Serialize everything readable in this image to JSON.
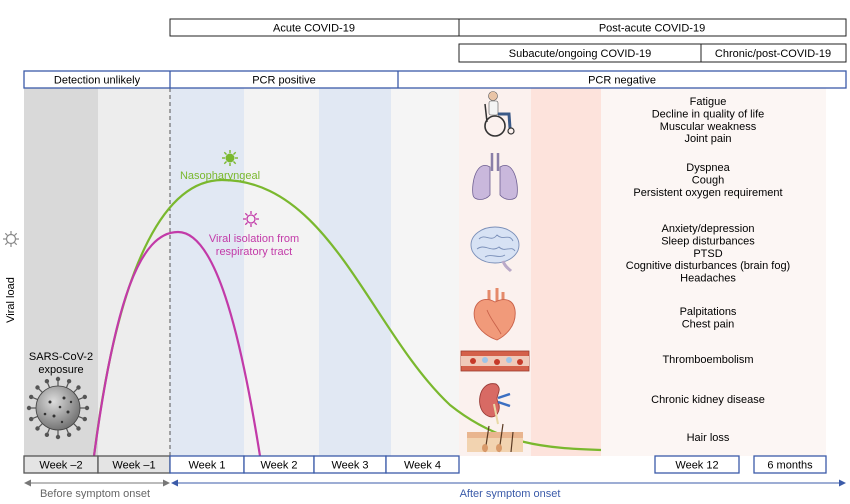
{
  "phases": {
    "acute": "Acute COVID-19",
    "post_acute": "Post-acute COVID-19",
    "subacute": "Subacute/ongoing COVID-19",
    "chronic": "Chronic/post-COVID-19"
  },
  "detection": {
    "unlikely": "Detection unlikely",
    "pcr_positive": "PCR positive",
    "pcr_negative": "PCR negative"
  },
  "axis": {
    "ylabel": "Viral load"
  },
  "exposure_label": [
    "SARS-CoV-2",
    "exposure"
  ],
  "curves": {
    "nasopharyngeal": "Nasopharyngeal",
    "viral_isolation": [
      "Viral isolation from",
      "respiratory tract"
    ]
  },
  "symptom_groups": [
    {
      "icon": "wheelchair-icon",
      "lines": [
        "Fatigue",
        "Decline in quality of life",
        "Muscular weakness",
        "Joint pain"
      ]
    },
    {
      "icon": "lungs-icon",
      "lines": [
        "Dyspnea",
        "Cough",
        "Persistent oxygen requirement"
      ]
    },
    {
      "icon": "brain-icon",
      "lines": [
        "Anxiety/depression",
        "Sleep disturbances",
        "PTSD",
        "Cognitive disturbances (brain fog)",
        "Headaches"
      ]
    },
    {
      "icon": "heart-icon",
      "lines": [
        "Palpitations",
        "Chest pain"
      ]
    },
    {
      "icon": "blood-vessel-icon",
      "lines": [
        "Thromboembolism"
      ]
    },
    {
      "icon": "kidney-icon",
      "lines": [
        "Chronic kidney disease"
      ]
    },
    {
      "icon": "skin-hair-icon",
      "lines": [
        "Hair loss"
      ]
    }
  ],
  "weeks": [
    "Week –2",
    "Week –1",
    "Week 1",
    "Week 2",
    "Week 3",
    "Week 4",
    "Week 12",
    "6 months"
  ],
  "bottom": {
    "before": "Before symptom onset",
    "after": "After symptom onset"
  },
  "colors": {
    "frame_blue": "#3b5ba9",
    "nasopharyngeal": "#7ab82e",
    "viral_isolation": "#c23aa8"
  }
}
